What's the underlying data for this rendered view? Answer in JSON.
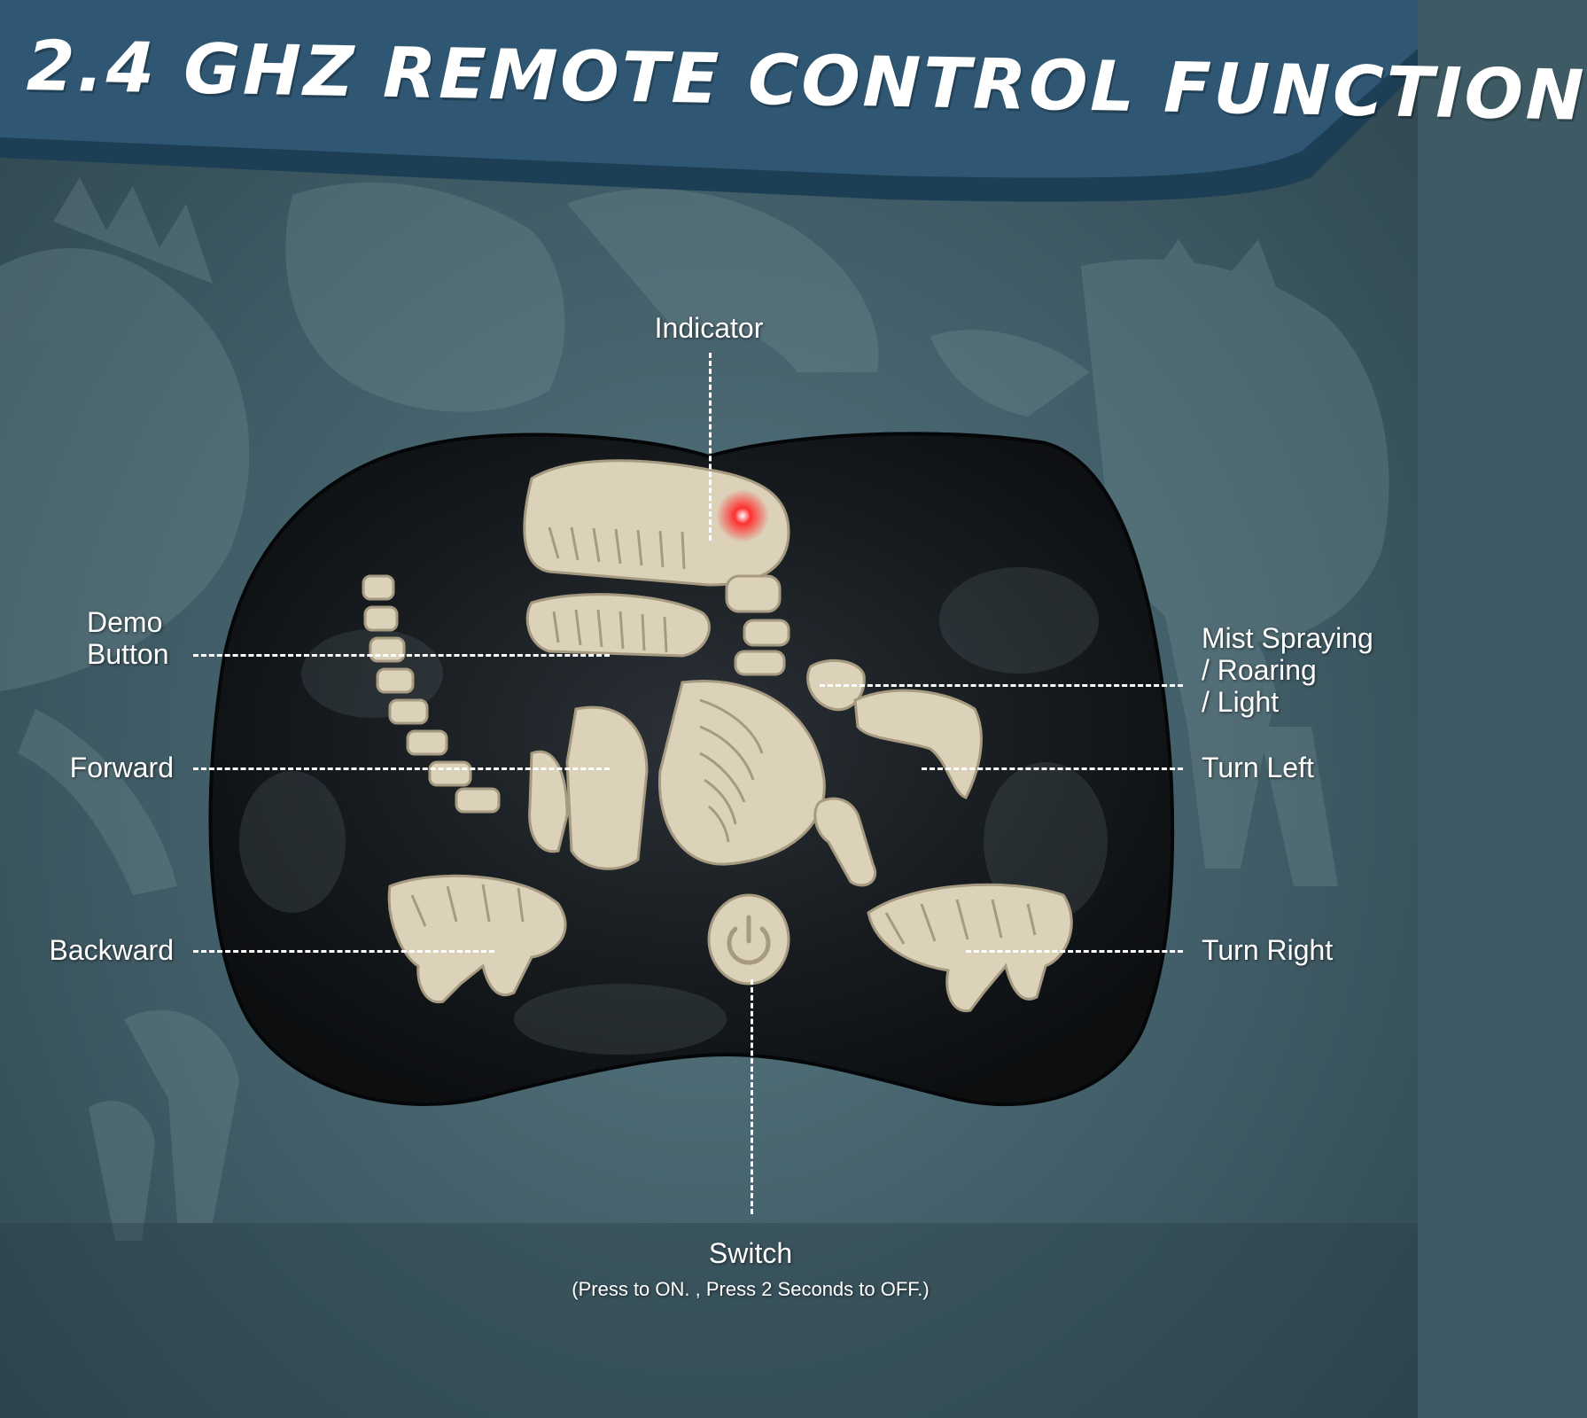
{
  "title": "2.4 GHZ REMOTE CONTROL FUNCTION",
  "colors": {
    "banner": "#2f5773",
    "banner_shadow": "#1d3f55",
    "remote_body": "#15191d",
    "bone": "#dcd2b9",
    "indicator": "#ff2b2b",
    "label_text": "#ffffff"
  },
  "labels": {
    "indicator": "Indicator",
    "demo_button_line1": "Demo",
    "demo_button_line2": "Button",
    "forward": "Forward",
    "backward": "Backward",
    "mist_line1": "Mist Spraying",
    "mist_line2": "/ Roaring",
    "mist_line3": "/ Light",
    "turn_left": "Turn Left",
    "turn_right": "Turn Right",
    "switch": "Switch",
    "switch_note": "(Press to ON. , Press 2 Seconds to OFF.)"
  },
  "icons": {
    "power": "power-icon",
    "indicator_light": "indicator-light-icon"
  }
}
